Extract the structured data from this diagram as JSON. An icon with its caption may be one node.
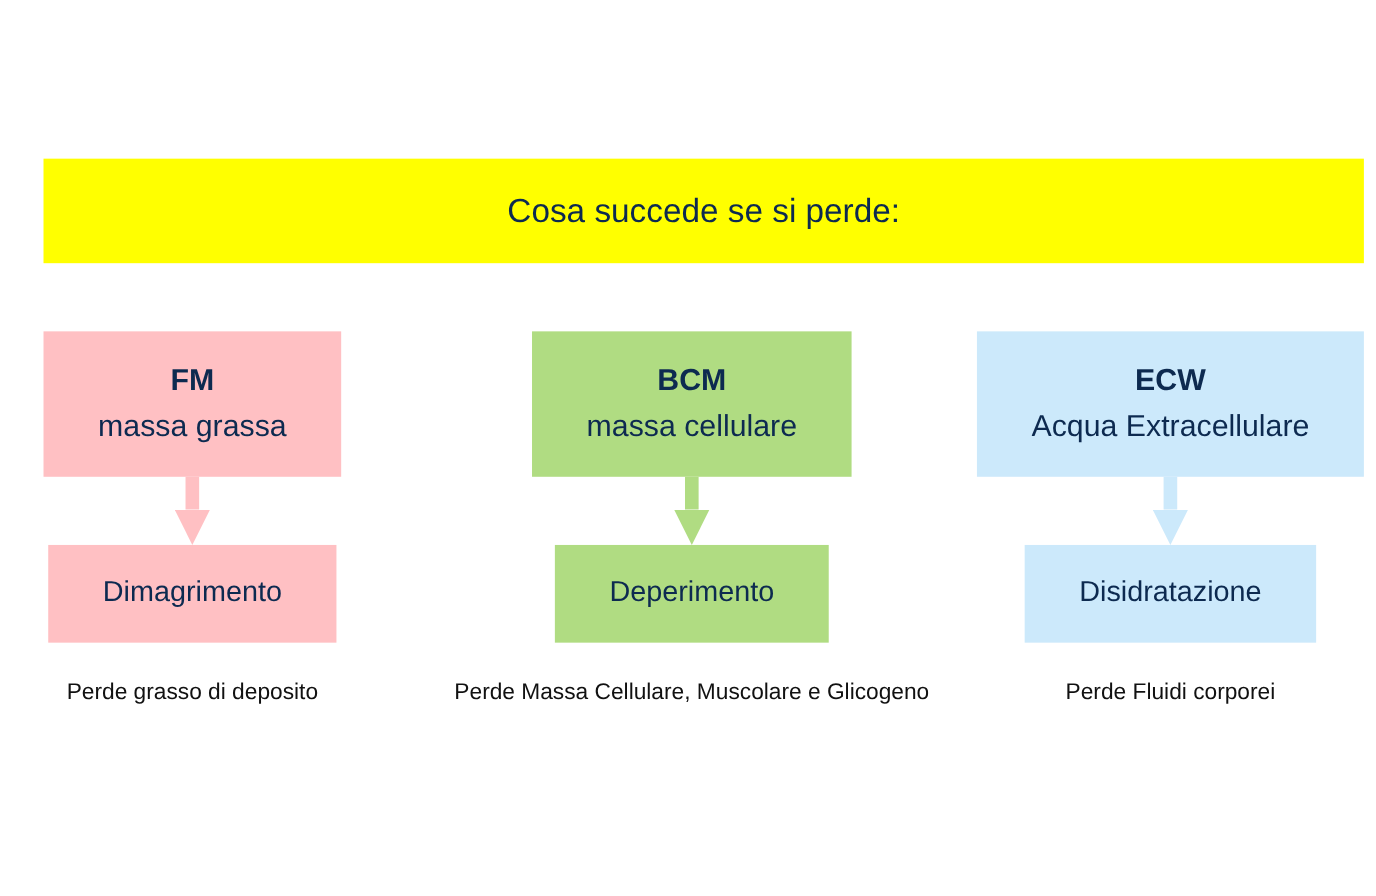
{
  "diagram": {
    "nodes": [
      {
        "text": [
          "Cosa succede se si perde:"
        ]
      },
      {
        "text": [
          "FM",
          "massa grassa"
        ]
      },
      {
        "text": [
          "BCM",
          "massa cellulare"
        ]
      },
      {
        "text": [
          "ECW",
          "Acqua Extracellulare"
        ]
      },
      {
        "text": [
          "Dimagrimento"
        ],
        "beside": [
          "Perde grasso di deposito"
        ]
      },
      {
        "text": [
          "Deperimento"
        ],
        "beside": [
          "Perde Massa Cellulare, Muscolare e Glicogeno"
        ]
      },
      {
        "text": [
          "Disidratazione"
        ],
        "beside": [
          "Perde Fluidi corporei"
        ]
      }
    ],
    "edges": [
      {
        "from": 1,
        "to": 4,
        "arrow": "to",
        "color": "#ffc0c3"
      },
      {
        "from": 2,
        "to": 5,
        "arrow": "to",
        "color": "#b0dc82"
      },
      {
        "from": 3,
        "to": 6,
        "arrow": "to",
        "color": "#cce9fb"
      }
    ]
  }
}
